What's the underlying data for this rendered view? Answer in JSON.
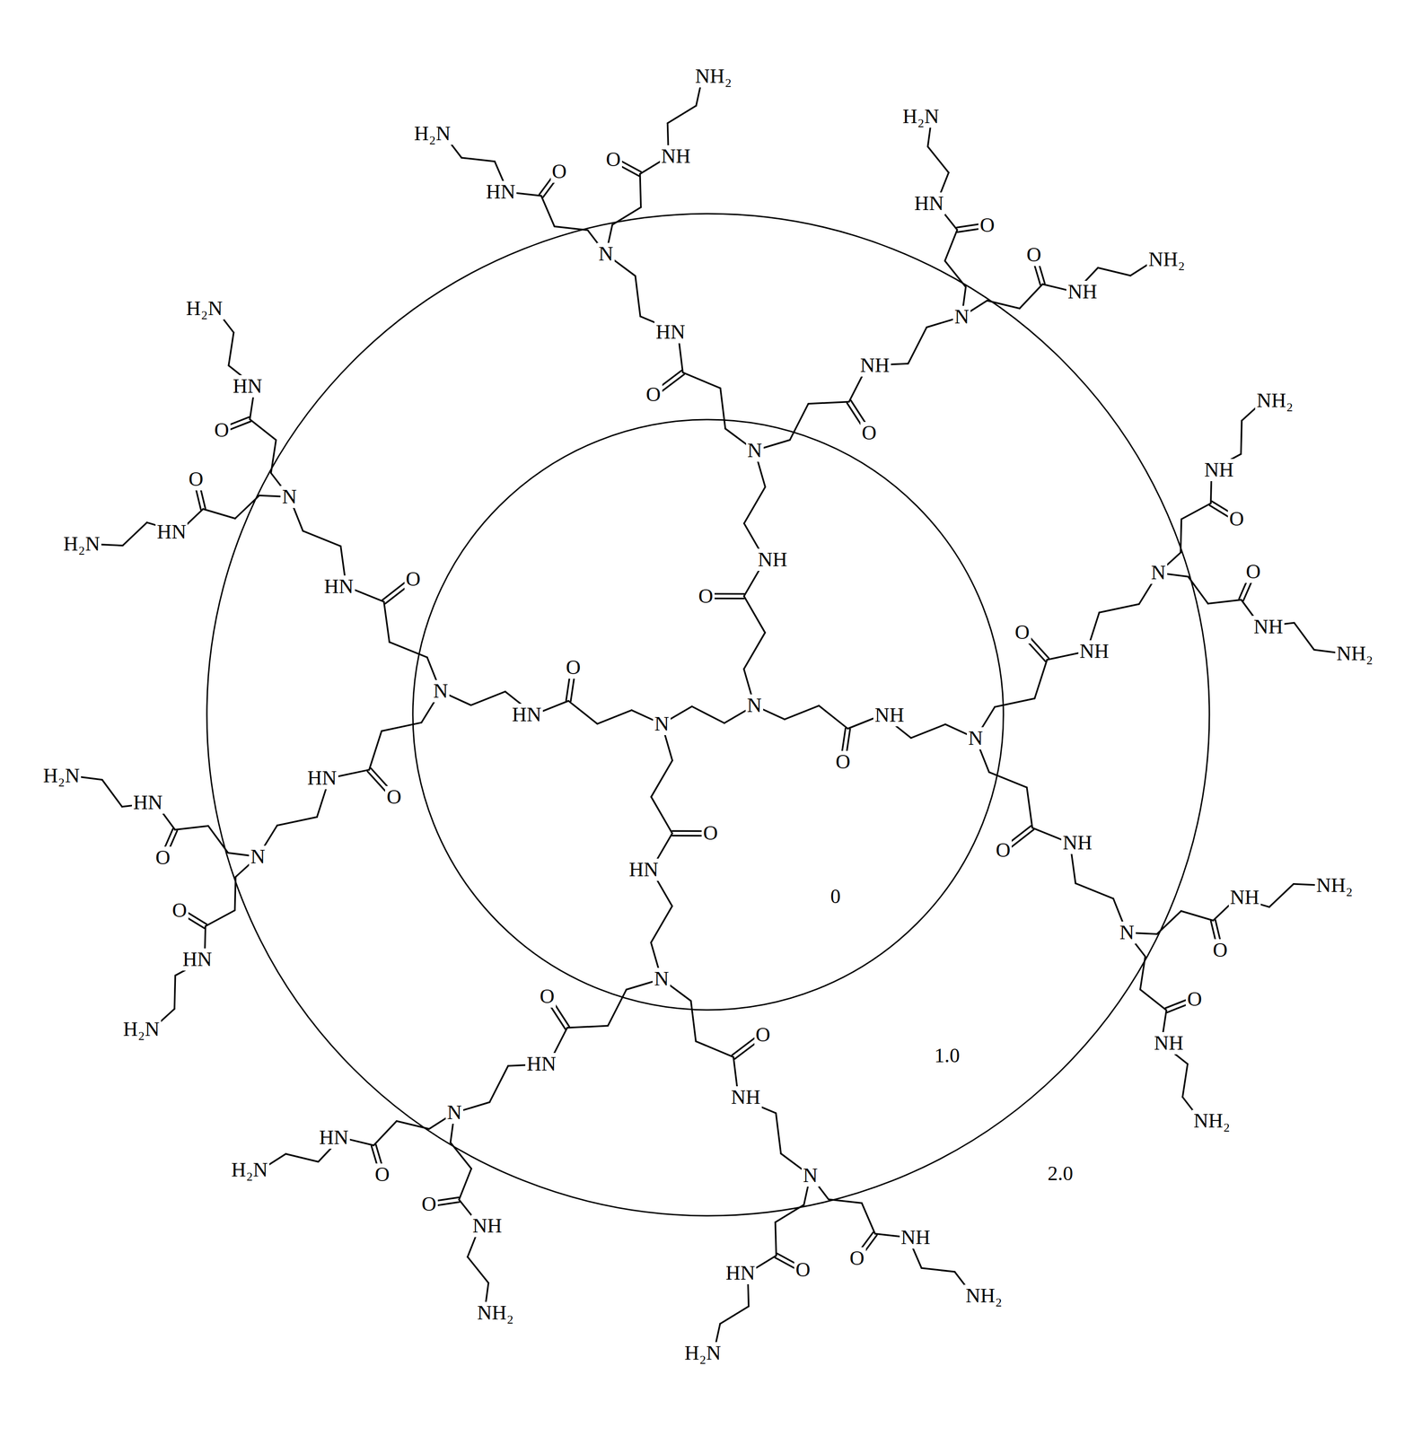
{
  "diagram": {
    "nodes": [
      {
        "text": [
          "1.0"
        ]
      },
      {
        "text": [
          "0"
        ],
        "in": 0
      }
    ],
    "labels": [
      "N",
      "N",
      "N",
      "O",
      "NH",
      "N",
      "O",
      "NH",
      "N",
      "O",
      "HN",
      "N",
      "O",
      "HN",
      "N",
      "O",
      "HN",
      "N",
      "O",
      "NH",
      "N",
      "O",
      "NH",
      "N",
      "O",
      "NH",
      "N",
      "O",
      "NH",
      "N",
      "O",
      "HN",
      "N",
      "O",
      "HN",
      "N",
      "O",
      "HN",
      "H₂N",
      "O",
      "HN",
      "NH₂",
      "O",
      "NH",
      "H₂N",
      "O",
      "HN",
      "NH₂",
      "O",
      "NH",
      "NH₂",
      "O",
      "NH",
      "NH₂",
      "O",
      "NH",
      "NH₂",
      "O",
      "NH",
      "NH₂",
      "O",
      "NH",
      "NH₂",
      "O",
      "NH",
      "H₂N",
      "O",
      "HN",
      "NH₂",
      "O",
      "NH",
      "H₂N",
      "O",
      "HN",
      "H₂N",
      "O",
      "HN",
      "H₂N",
      "O",
      "HN",
      "H₂N",
      "O",
      "HN",
      "H₂N",
      "O",
      "HN",
      "2.0"
    ]
  }
}
